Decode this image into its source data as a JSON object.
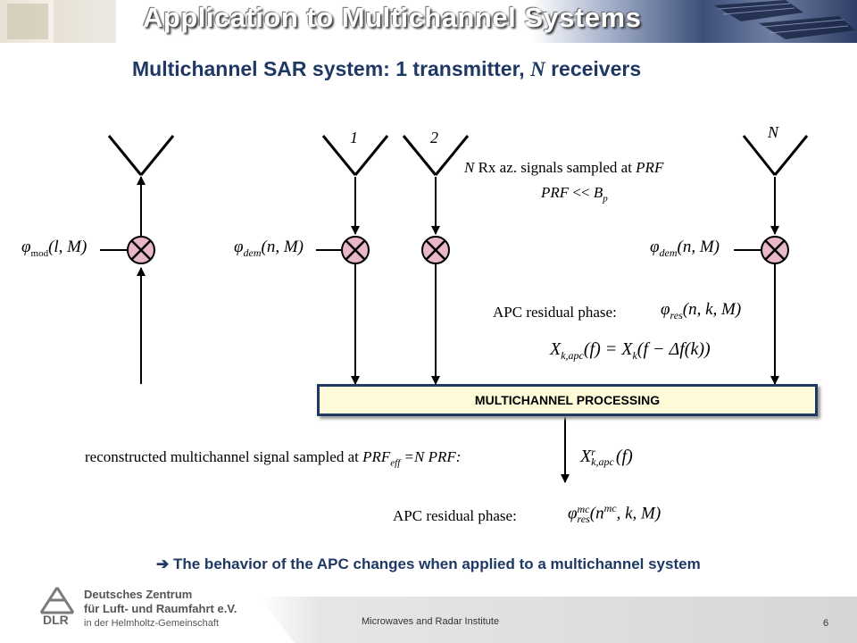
{
  "header": {
    "title": "Application to Multichannel Systems"
  },
  "subtitle": {
    "before": "Multichannel SAR system: 1 transmitter, ",
    "n": "N",
    "after": " receivers"
  },
  "antennas": {
    "label_1": "1",
    "label_2": "2",
    "label_n": "N"
  },
  "signals": {
    "n": "N",
    "rx_line_rest": " Rx az. signals sampled at ",
    "prf": "PRF",
    "prf_cond_rest": " << ",
    "bp": "B",
    "bp_sub": "p"
  },
  "phases": {
    "phi": "φ",
    "mod_sub": "mod",
    "mod_args": "(l, M)",
    "dem_sub": "dem",
    "dem_args": "(n, M)",
    "res_sub": "res",
    "res_args": "(n, k, M)"
  },
  "apc": {
    "residual_label": "APC residual phase:",
    "residual_label_2": "APC residual phase:",
    "equation_lhs": "X",
    "equation_lhs_sub": "k,apc",
    "equation_mid": "(f) = X",
    "equation_mid_sub": "k",
    "equation_rhs": "(f − Δf(k))",
    "mc_sup": "mc",
    "mc_args_open": "(n",
    "mc_args_close": ", k, M)"
  },
  "processing_box": {
    "label": "MULTICHANNEL PROCESSING"
  },
  "reconstructed": {
    "text": "reconstructed multichannel signal sampled at ",
    "prf": "PRF",
    "eff": "eff",
    "rest": " =N PRF:",
    "sym": "X",
    "sym_sup": "r",
    "sym_sub": "k,apc",
    "sym_arg": "(f)"
  },
  "conclusion": {
    "arrow": "➔",
    "text": "The behavior of the APC changes when applied to a multichannel system"
  },
  "footer": {
    "org_line1": "Deutsches Zentrum",
    "org_line2": "für Luft- und Raumfahrt e.V.",
    "org_line3": "in der Helmholtz-Gemeinschaft",
    "dlr": "DLR",
    "institute": "Microwaves and Radar Institute",
    "page_number": "6"
  },
  "colors": {
    "mixer_fill": "#e8b7c8",
    "box_border": "#1f3864",
    "box_fill": "#fefbd9",
    "title_blue": "#1f3864"
  }
}
